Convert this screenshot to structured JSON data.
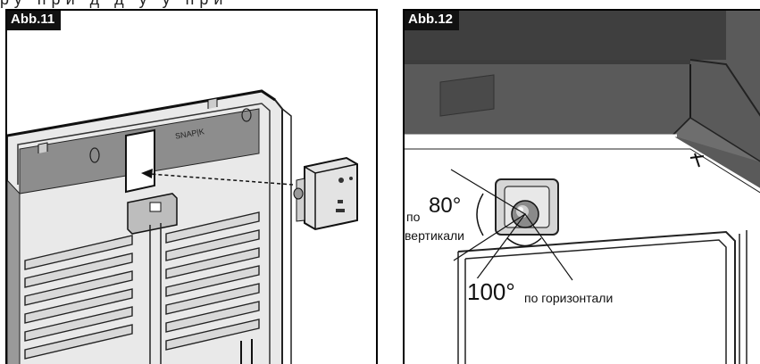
{
  "top_caption": "ру  при д д   у   у        при",
  "figures": [
    {
      "label": "Abb.11",
      "body_text": "SNAP|K"
    },
    {
      "label": "Abb.12",
      "vertical_prefix": "по",
      "vertical_angle": "80°",
      "vertical_word": "вертикали",
      "horizontal_angle": "100°",
      "horizontal_word": "по горизонтали"
    }
  ]
}
